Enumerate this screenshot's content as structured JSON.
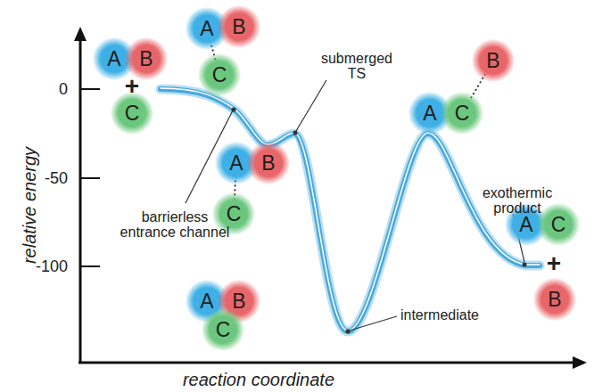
{
  "diagram": {
    "nodes": [
      {
        "text": [
          "A"
        ]
      },
      {
        "text": [
          "B"
        ]
      },
      {
        "text": [
          "C"
        ]
      },
      {
        "text": [
          "A"
        ]
      },
      {
        "text": [
          "B"
        ]
      },
      {
        "text": [
          "C"
        ]
      },
      {
        "text": [
          "A"
        ]
      },
      {
        "text": [
          "B"
        ]
      },
      {
        "text": [
          "C"
        ]
      },
      {
        "text": [
          "A"
        ]
      },
      {
        "text": [
          "C"
        ]
      },
      {
        "text": [
          "B"
        ]
      },
      {
        "text": [
          "A"
        ]
      },
      {
        "text": [
          "C"
        ]
      },
      {
        "text": [
          "B"
        ]
      },
      {
        "text": [
          "A"
        ]
      },
      {
        "text": [
          "B"
        ]
      },
      {
        "text": [
          "C"
        ]
      }
    ],
    "edges": [
      {
        "from": 3,
        "to": 5,
        "arrow": "none"
      },
      {
        "from": 6,
        "to": 8,
        "arrow": "none"
      },
      {
        "from": 10,
        "to": 11,
        "arrow": "none"
      }
    ],
    "labels": [
      "0",
      "-50",
      "-100",
      "+",
      "+",
      "relative energy",
      "reaction coordinate",
      "barrierless entrance channel",
      "submerged TS",
      "exothermic product",
      "intermediate"
    ]
  }
}
